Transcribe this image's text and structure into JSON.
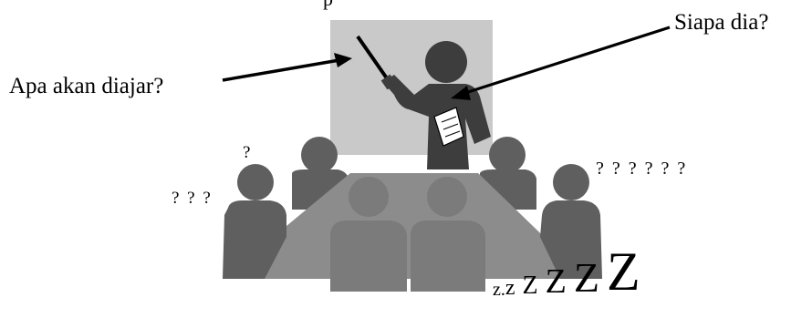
{
  "labels": {
    "top_cutoff": "p",
    "question_content": "Apa akan diajar?",
    "question_who": "Siapa dia?",
    "qmarks_single": "?",
    "qmarks_left": "? ? ?",
    "qmarks_right": "? ? ? ? ? ?"
  },
  "sleep": {
    "z1": "z.",
    "z2": "z",
    "z3": "Z",
    "z4": "Z",
    "z5": "Z",
    "z6": "Z"
  },
  "colors": {
    "board": "#c9c9c9",
    "table": "#8c8c8c",
    "person_dark": "#3d3d3d",
    "person_mid": "#5f5f5f",
    "person_light": "#7b7b7b",
    "text": "#000000"
  },
  "icons": [
    "presenter-icon",
    "audience-member-icon",
    "pointer-icon",
    "arrow-icon"
  ]
}
